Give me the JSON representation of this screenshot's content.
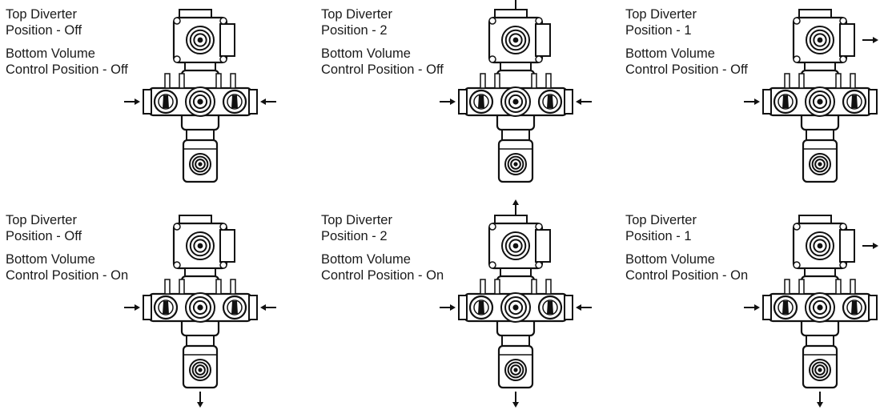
{
  "panels": [
    {
      "diverter": [
        "Top Diverter",
        "Position - Off"
      ],
      "volume": [
        "Bottom Volume",
        "Control Position - Off"
      ],
      "outlets": {
        "top": false,
        "right": false,
        "bottom": false
      }
    },
    {
      "diverter": [
        "Top Diverter",
        "Position - 2"
      ],
      "volume": [
        "Bottom Volume",
        "Control Position - Off"
      ],
      "outlets": {
        "top": true,
        "right": false,
        "bottom": false
      }
    },
    {
      "diverter": [
        "Top Diverter",
        "Position - 1"
      ],
      "volume": [
        "Bottom Volume",
        "Control Position - Off"
      ],
      "outlets": {
        "top": false,
        "right": true,
        "bottom": false
      }
    },
    {
      "diverter": [
        "Top Diverter",
        "Position - Off"
      ],
      "volume": [
        "Bottom Volume",
        "Control Position - On"
      ],
      "outlets": {
        "top": false,
        "right": false,
        "bottom": true
      }
    },
    {
      "diverter": [
        "Top Diverter",
        "Position - 2"
      ],
      "volume": [
        "Bottom Volume",
        "Control Position - On"
      ],
      "outlets": {
        "top": true,
        "right": false,
        "bottom": true
      }
    },
    {
      "diverter": [
        "Top Diverter",
        "Position - 1"
      ],
      "volume": [
        "Bottom Volume",
        "Control Position - On"
      ],
      "outlets": {
        "top": false,
        "right": true,
        "bottom": true
      }
    }
  ]
}
